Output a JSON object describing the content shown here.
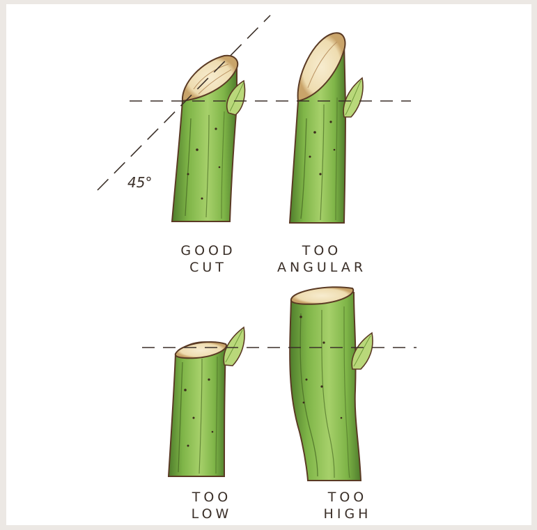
{
  "angle_label": "45°",
  "cuts": [
    {
      "id": "good",
      "line1": "GOOD",
      "line2": "CUT"
    },
    {
      "id": "angular",
      "line1": "TOO",
      "line2": "ANGULAR"
    },
    {
      "id": "low",
      "line1": "TOO",
      "line2": "LOW"
    },
    {
      "id": "high",
      "line1": "TOO",
      "line2": "HIGH"
    }
  ],
  "colors": {
    "stem_green": "#7fb548",
    "stem_light": "#a6d06a",
    "stem_dark": "#4f7d2c",
    "outline": "#5a3a24",
    "cut_face": "#f3e6c6",
    "bud": "#b9d87a",
    "background": "#ffffff",
    "border": "#ece8e4"
  }
}
